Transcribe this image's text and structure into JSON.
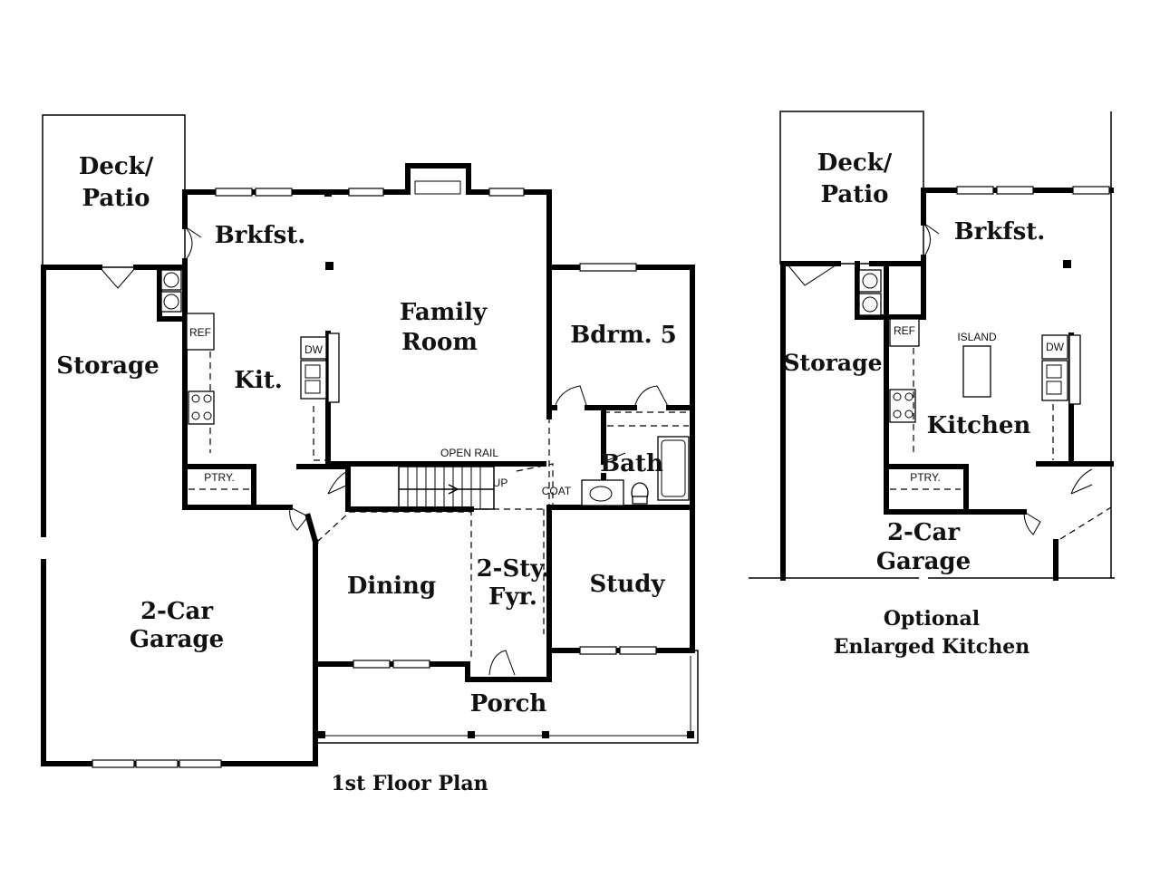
{
  "main_plan": {
    "caption": "1st Floor Plan",
    "rooms": {
      "deck_line1": "Deck/",
      "deck_line2": "Patio",
      "brkfst": "Brkfst.",
      "family_line1": "Family",
      "family_line2": "Room",
      "bdrm5": "Bdrm. 5",
      "storage": "Storage",
      "kit": "Kit.",
      "bath": "Bath",
      "garage_line1": "2-Car",
      "garage_line2": "Garage",
      "dining": "Dining",
      "foyer_line1": "2-Sty.",
      "foyer_line2": "Fyr.",
      "study": "Study",
      "porch": "Porch"
    },
    "labels": {
      "ref": "REF",
      "dw": "DW",
      "ptry": "PTRY.",
      "open_rail": "OPEN RAIL",
      "up": "UP",
      "coat": "COAT"
    }
  },
  "optional_plan": {
    "caption_line1": "Optional",
    "caption_line2": "Enlarged Kitchen",
    "rooms": {
      "deck_line1": "Deck/",
      "deck_line2": "Patio",
      "brkfst": "Brkfst.",
      "storage": "Storage",
      "kitchen": "Kitchen",
      "garage_line1": "2-Car",
      "garage_line2": "Garage"
    },
    "labels": {
      "ref": "REF",
      "island": "ISLAND",
      "dw": "DW",
      "ptry": "PTRY."
    }
  }
}
